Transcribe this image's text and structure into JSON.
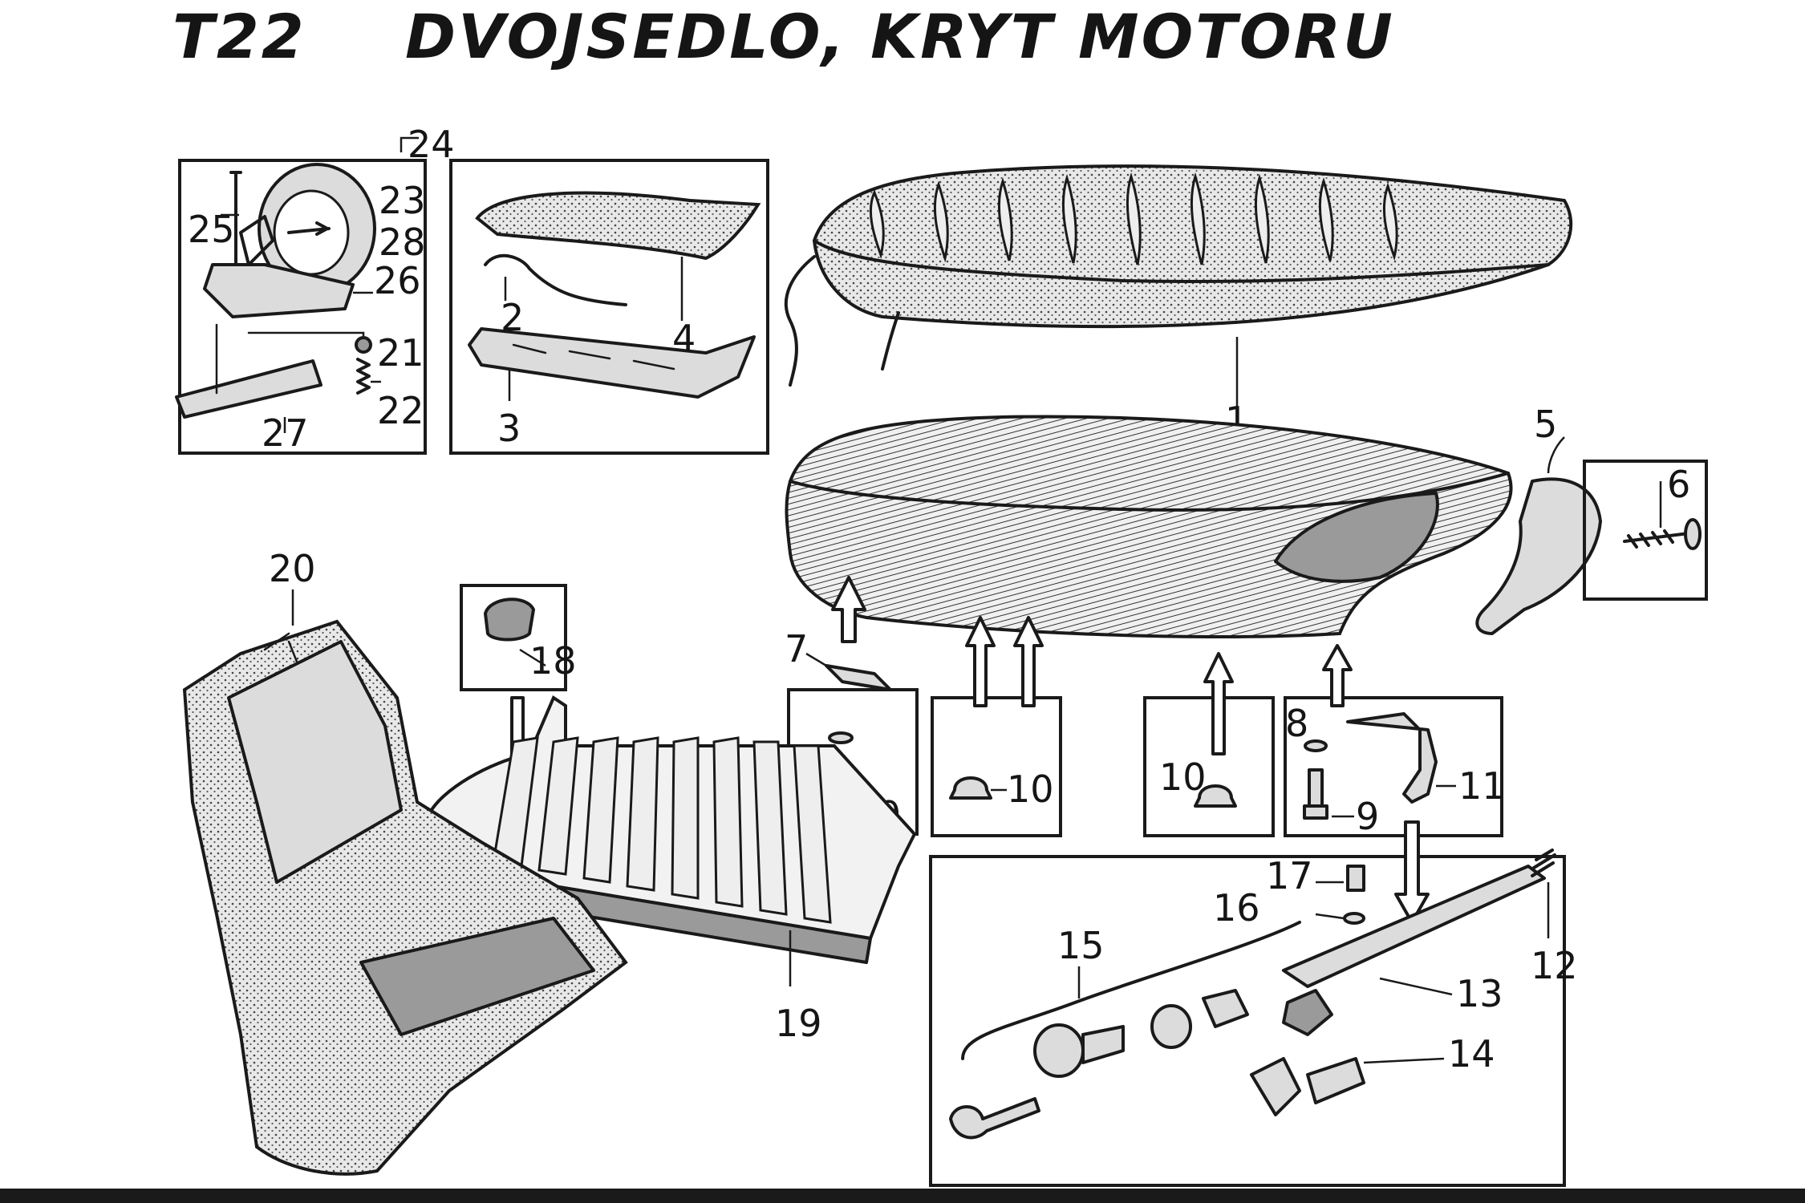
{
  "page": {
    "code": "T22",
    "title": "DVOJSEDLO, KRYT MOTORU"
  },
  "callouts": {
    "p1": "1",
    "p2": "2",
    "p3": "3",
    "p4": "4",
    "p5": "5",
    "p6": "6",
    "p7": "7",
    "p8a": "8",
    "p8b": "8",
    "p9a": "9",
    "p9b": "9",
    "p10a": "10",
    "p10b": "10",
    "p11": "11",
    "p12": "12",
    "p13": "13",
    "p14": "14",
    "p15": "15",
    "p16": "16",
    "p17": "17",
    "p18": "18",
    "p19": "19",
    "p20": "20",
    "p21": "21",
    "p22": "22",
    "p23": "23",
    "p24": "24",
    "p25": "25",
    "p26": "26",
    "p27": "27",
    "p28": "28"
  },
  "colors": {
    "ink": "#1a1a1a",
    "paper": "#ffffff",
    "tone": "#dcdcdc",
    "shade": "#9a9a9a"
  }
}
